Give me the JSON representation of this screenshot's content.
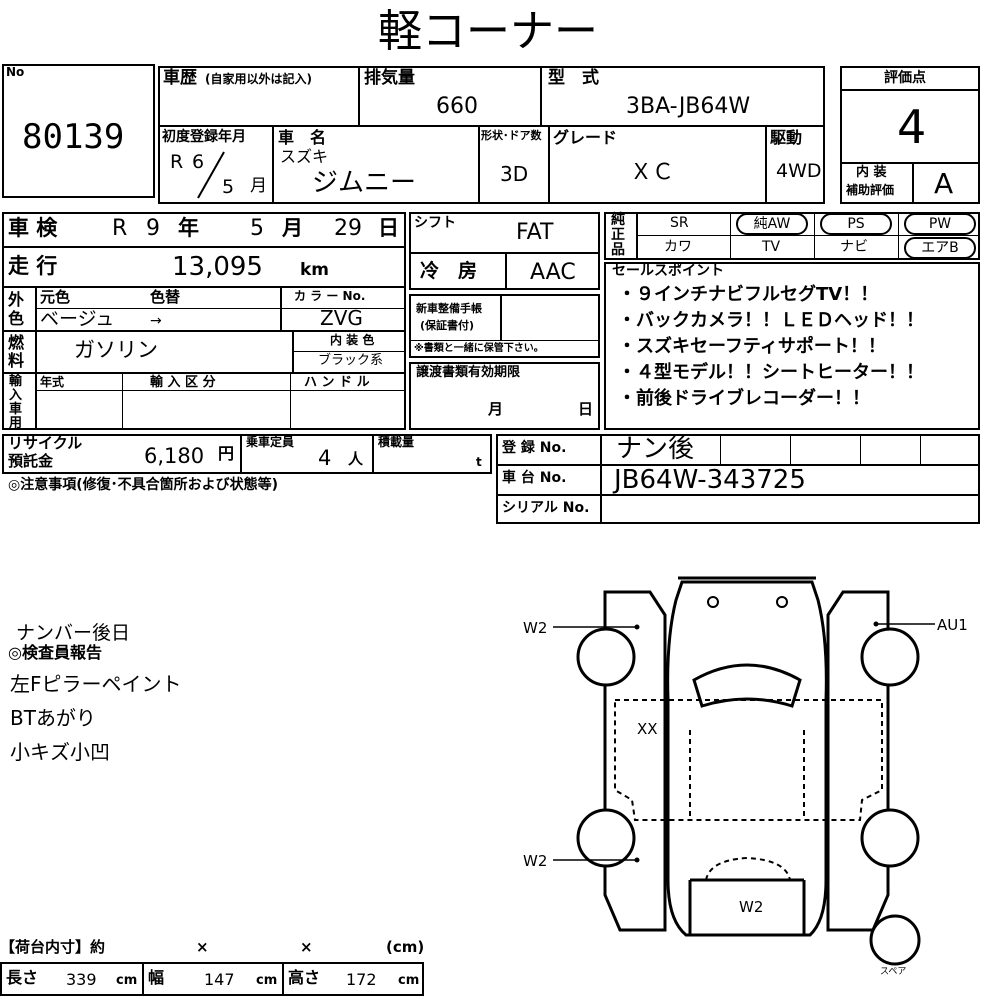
{
  "header": {
    "title": "軽コーナー"
  },
  "lot": {
    "no_label": "No",
    "number": "80139"
  },
  "history": {
    "label": "車歴",
    "note": "(自家用以外は記入)"
  },
  "displacement": {
    "label": "排気量",
    "value": "660"
  },
  "model": {
    "label": "型　式",
    "value": "3BA-JB64W"
  },
  "score": {
    "label": "評価点",
    "value": "4",
    "interior_label_1": "内 装",
    "interior_label_2": "補助評価",
    "interior_value": "A"
  },
  "first_reg": {
    "label": "初度登録年月",
    "era": "R",
    "year": "6",
    "month": "5",
    "month_unit": "月"
  },
  "car_name": {
    "label": "車　名",
    "maker": "スズキ",
    "name": "ジムニー"
  },
  "body": {
    "label": "形状･ドア数",
    "value": "3D"
  },
  "grade": {
    "label": "グレード",
    "value": "ＸＣ"
  },
  "drive": {
    "label": "駆動",
    "value": "4WD"
  },
  "inspection": {
    "label": "車 検",
    "era": "R",
    "year": "9",
    "year_unit": "年",
    "month": "5",
    "month_unit": "月",
    "day": "29",
    "day_unit": "日"
  },
  "mileage": {
    "label": "走 行",
    "value": "13,095",
    "unit": "km"
  },
  "shift": {
    "label": "シフト",
    "value": "FAT"
  },
  "ac": {
    "label": "冷　房",
    "value": "AAC"
  },
  "color": {
    "outer_label": "外色",
    "orig_label": "元色",
    "change_label": "色替",
    "orig_value": "ベージュ",
    "arrow": "→",
    "code_label": "カ ラ ー No.",
    "code_value": "ZVG",
    "interior_label": "内 装 色",
    "interior_value": "ブラック系"
  },
  "fuel": {
    "label": "燃料",
    "value": "ガソリン"
  },
  "manual": {
    "label1": "新車整備手帳",
    "label2": "(保証書付)",
    "note": "※書類と一緒に保管下さい。"
  },
  "import": {
    "label": "輸入車用",
    "year_label": "年式",
    "class_label": "輸 入 区 分",
    "handle_label": "ハ ン ド ル"
  },
  "transfer": {
    "label": "譲渡書類有効期限",
    "month_unit": "月",
    "day_unit": "日"
  },
  "equipment": {
    "label": "純正品",
    "items": [
      "SR",
      "純AW",
      "PS",
      "PW",
      "カワ",
      "TV",
      "ナビ",
      "エアB"
    ]
  },
  "sales": {
    "label": "セールスポイント",
    "points": [
      "・９インチナビフルセグTV！！",
      "・バックカメラ！！ＬＥＤヘッド！！",
      "・スズキセーフティサポート！！",
      "・４型モデル！！シートヒーター！！",
      "・前後ドライブレコーダー！！"
    ]
  },
  "recycle": {
    "label1": "リサイクル",
    "label2": "預託金",
    "value": "6,180",
    "unit": "円"
  },
  "capacity": {
    "label": "乗車定員",
    "value": "4",
    "unit": "人"
  },
  "load": {
    "label": "積載量",
    "unit": "t"
  },
  "registration": {
    "label": "登 録 No.",
    "value": "ナン後"
  },
  "chassis": {
    "label": "車 台 No.",
    "value": "JB64W-343725"
  },
  "serial": {
    "label": "シリアル No."
  },
  "notes": {
    "label": "◎注意事項(修復･不具合箇所および状態等)"
  },
  "remarks": {
    "number_note": "ナンバー後日",
    "report_label": "◎検査員報告",
    "lines": [
      "左Fピラーペイント",
      "BTあがり",
      "小キズ小凹"
    ]
  },
  "diagram": {
    "labels": [
      "W2",
      "AU1",
      "XX",
      "W2",
      "W2"
    ],
    "spare": "スペア"
  },
  "cargo": {
    "label": "【荷台内寸】約",
    "x1": "×",
    "x2": "×",
    "unit_cm": "(cm)",
    "length_label": "長さ",
    "length": "339",
    "width_label": "幅",
    "width": "147",
    "height_label": "高さ",
    "height": "172",
    "cm": "cm"
  }
}
